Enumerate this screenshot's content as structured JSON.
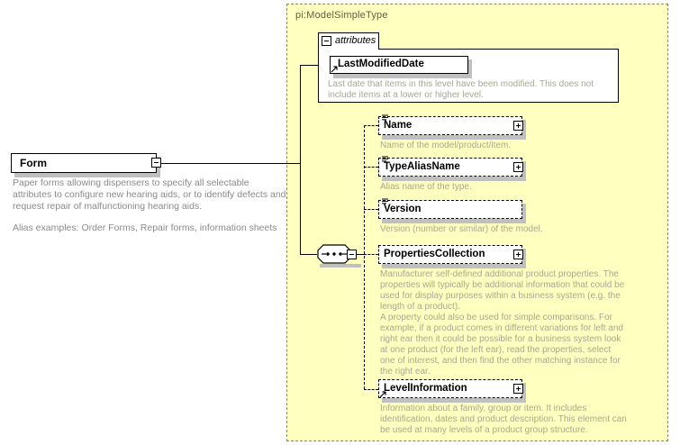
{
  "diagram": {
    "type": "xml-schema-element-diagram",
    "root_element": {
      "name": "Form",
      "toggle": "collapse",
      "description_paragraphs": [
        "Paper forms allowing dispensers to specify all selectable attributes to configure new hearing aids, or to identify defects and request repair of malfunctioning hearing aids.",
        "Alias examples: Order Forms, Repair forms, information sheets"
      ]
    },
    "type_panel": {
      "title": "pi:ModelSimpleType",
      "background": "#ffffbf",
      "border": "#8a8a6a"
    },
    "attributes_group": {
      "tab_label": "attributes",
      "toggle": "collapse",
      "attributes": [
        {
          "name": "LastModifiedDate",
          "icon": "attribute-ref-arrow-icon",
          "description": "Last date that items in this level have been modified. This does not include items at a lower or higher level."
        }
      ]
    },
    "compositor": {
      "kind": "sequence",
      "icon": "sequence-node-icon",
      "toggle": "collapse"
    },
    "elements": [
      {
        "name": "Name",
        "icon": "element-sequence-icon",
        "optional": true,
        "expandable": true,
        "toggle": "expand",
        "description": "Name of the model/product/item."
      },
      {
        "name": "TypeAliasName",
        "icon": "element-sequence-icon",
        "optional": true,
        "expandable": true,
        "toggle": "expand",
        "description": "Alias name of the type."
      },
      {
        "name": "Version",
        "icon": "element-sequence-icon",
        "optional": true,
        "expandable": false,
        "toggle": "",
        "description": "Version (number or similar) of the model."
      },
      {
        "name": "PropertiesCollection",
        "icon": "element-ref-icon",
        "optional": true,
        "expandable": true,
        "toggle": "expand",
        "description": "Manufacturer self-defined additional product properties.  The properties will typically be additional information that could be used for display purposes within a business system (e.g. the length of a product).",
        "description2": "A property could also be used for simple comparisons.  For example, if a product comes in different variations for left and right ear then it could be possible for a business system look at one product (for the left ear), read the properties, select one of interest, and then find the other matching instance for the right ear."
      },
      {
        "name": "LevelInformation",
        "icon": "element-ref-arrow-icon",
        "optional": true,
        "expandable": true,
        "toggle": "expand",
        "description": "Information about a family, group or item. It includes identification, dates and product description. This element can be used at many levels of a product group structure."
      }
    ],
    "colors": {
      "panel_fill": "#ffffbf",
      "box_fill": "#ffffff",
      "line": "#000000",
      "description_text": "#a8a890",
      "root_description_text": "#8a8a8a",
      "shadow": "#c0c0c0"
    }
  }
}
